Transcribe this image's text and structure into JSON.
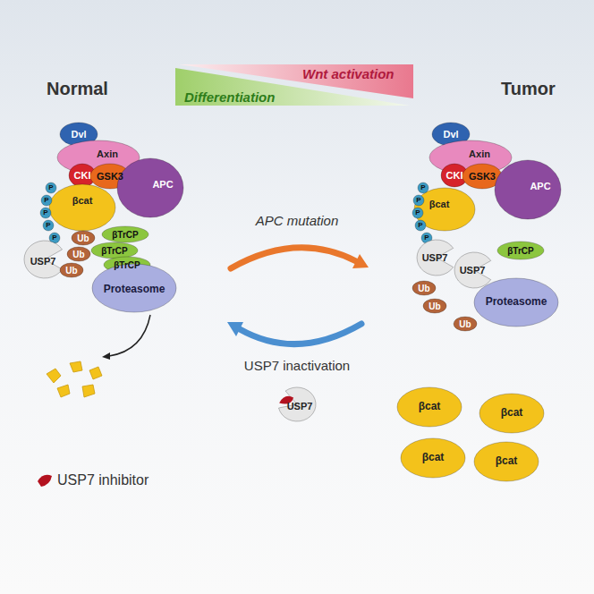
{
  "diagram": {
    "nodes": [
      {
        "text": [
          "Dvl"
        ]
      },
      {
        "text": [
          "Axin"
        ]
      },
      {
        "text": [
          "CKI"
        ]
      },
      {
        "text": [
          "GSK3"
        ]
      },
      {
        "text": [
          "APC"
        ]
      },
      {
        "text": [
          "βcat"
        ]
      },
      {
        "text": [
          "P"
        ]
      },
      {
        "text": [
          "P"
        ]
      },
      {
        "text": [
          "P"
        ]
      },
      {
        "text": [
          "P"
        ]
      },
      {
        "text": [
          "P"
        ]
      },
      {
        "text": [
          "βTrCP"
        ]
      },
      {
        "text": [
          "βTrCP"
        ]
      },
      {
        "text": [
          "βTrCP"
        ]
      },
      {
        "text": [
          "USP7"
        ]
      },
      {
        "text": [
          "Ub"
        ]
      },
      {
        "text": [
          "Ub"
        ]
      },
      {
        "text": [
          "Ub"
        ]
      },
      {
        "text": [
          "Proteasome"
        ]
      },
      {
        "text": [
          "USP7"
        ]
      },
      {
        "text": [
          "Dvl"
        ]
      },
      {
        "text": [
          "Axin"
        ]
      },
      {
        "text": [
          "CKI"
        ]
      },
      {
        "text": [
          "GSK3"
        ]
      },
      {
        "text": [
          "APC"
        ]
      },
      {
        "text": [
          "βcat"
        ]
      },
      {
        "text": [
          "P"
        ]
      },
      {
        "text": [
          "P"
        ]
      },
      {
        "text": [
          "P"
        ]
      },
      {
        "text": [
          "P"
        ]
      },
      {
        "text": [
          "P"
        ]
      },
      {
        "text": [
          "USP7"
        ]
      },
      {
        "text": [
          "USP7"
        ]
      },
      {
        "text": [
          "βTrCP"
        ]
      },
      {
        "text": [
          "Ub"
        ]
      },
      {
        "text": [
          "Ub"
        ]
      },
      {
        "text": [
          "Ub"
        ]
      },
      {
        "text": [
          "Proteasome"
        ]
      },
      {
        "text": [
          "βcat"
        ]
      },
      {
        "text": [
          "βcat"
        ]
      },
      {
        "text": [
          "βcat"
        ]
      },
      {
        "text": [
          "βcat"
        ]
      }
    ],
    "labels": [
      "Normal",
      "Tumor",
      "Wnt activation",
      "Differentiation",
      "APC mutation",
      "USP7 inactivation"
    ],
    "legend": [
      {
        "text": "USP7 inhibitor"
      }
    ]
  }
}
